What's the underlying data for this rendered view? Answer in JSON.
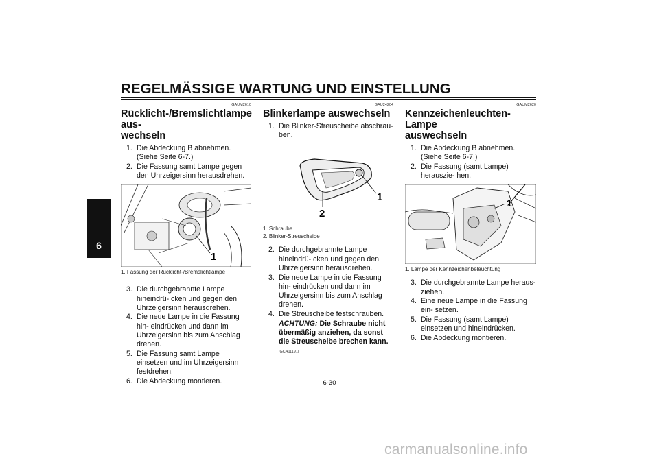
{
  "header": {
    "title": "REGELMÄSSIGE WARTUNG UND EINSTELLUNG"
  },
  "chapter_tab": {
    "number": "6"
  },
  "page_number": "6-30",
  "sections": [
    {
      "code": "GAUM2610",
      "title_lines": [
        "Rücklicht-/Bremslichtlampe aus-",
        "wechseln"
      ],
      "steps_before": [
        {
          "num": "1.",
          "text": "Die Abdeckung B abnehmen. (Siehe Seite 6-7.)"
        },
        {
          "num": "2.",
          "text": "Die Fassung samt Lampe gegen den Uhrzeigersinn herausdrehen."
        }
      ],
      "figure": {
        "callout": "1",
        "caption_lines": [
          "1. Fassung der Rücklicht-/Bremslichtlampe"
        ]
      },
      "steps_after": [
        {
          "num": "3.",
          "text": "Die durchgebrannte Lampe hineindrü- cken und gegen den Uhrzeigersinn herausdrehen."
        },
        {
          "num": "4.",
          "text": "Die neue Lampe in die Fassung hin- eindrücken und dann im Uhrzeigersinn bis zum Anschlag drehen."
        },
        {
          "num": "5.",
          "text": "Die Fassung samt Lampe einsetzen und im Uhrzeigersinn festdrehen."
        },
        {
          "num": "6.",
          "text": "Die Abdeckung montieren."
        }
      ]
    },
    {
      "code": "GAU24204",
      "title_lines": [
        "Blinkerlampe auswechseln"
      ],
      "steps_before": [
        {
          "num": "1.",
          "text": "Die Blinker-Streuscheibe abschrau- ben."
        }
      ],
      "figure": {
        "callouts": [
          "1",
          "2"
        ],
        "caption_lines": [
          "1. Schraube",
          "2. Blinker-Streuscheibe"
        ]
      },
      "steps_after": [
        {
          "num": "2.",
          "text": "Die durchgebrannte Lampe hineindrü- cken und gegen den Uhrzeigersinn herausdrehen."
        },
        {
          "num": "3.",
          "text": "Die neue Lampe in die Fassung hin- eindrücken und dann im Uhrzeigersinn bis zum Anschlag drehen."
        },
        {
          "num": "4.",
          "text": "Die Streuscheibe festschrauben."
        }
      ],
      "warning": {
        "label": "ACHTUNG:",
        "text": "Die Schraube nicht übermäßig anziehen, da sonst die Streuscheibe brechen kann.",
        "code": "[GCA11191]"
      }
    },
    {
      "code": "GAUM2620",
      "title_lines": [
        "Kennzeichenleuchten-Lampe",
        "auswechseln"
      ],
      "steps_before": [
        {
          "num": "1.",
          "text": "Die Abdeckung B abnehmen. (Siehe Seite 6-7.)"
        },
        {
          "num": "2.",
          "text": "Die Fassung (samt Lampe) herauszie- hen."
        }
      ],
      "figure": {
        "callout": "1",
        "caption_lines": [
          "1. Lampe der Kennzeichenbeleuchtung"
        ]
      },
      "steps_after": [
        {
          "num": "3.",
          "text": "Die durchgebrannte Lampe heraus- ziehen."
        },
        {
          "num": "4.",
          "text": "Eine neue Lampe in die Fassung ein- setzen."
        },
        {
          "num": "5.",
          "text": "Die Fassung (samt Lampe) einsetzen und hineindrücken."
        },
        {
          "num": "6.",
          "text": "Die Abdeckung montieren."
        }
      ]
    }
  ],
  "watermark": "carmanualsonline.info"
}
